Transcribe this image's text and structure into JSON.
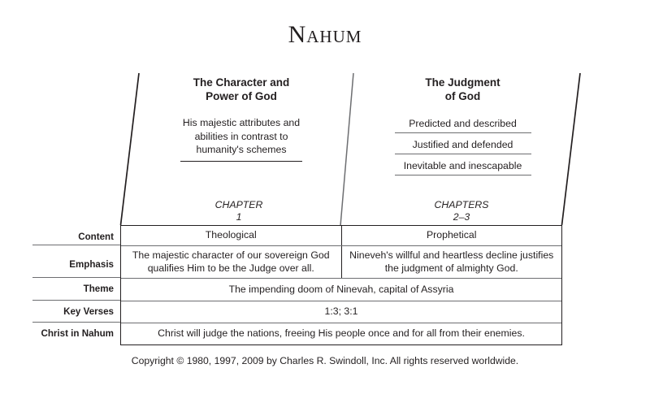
{
  "title": "Nahum",
  "columns": [
    {
      "heading": "The Character and\nPower of God",
      "heading_line1": "The Character and",
      "heading_line2": "Power of God",
      "body": "His majestic attributes and abilities in contrast to humanity's schemes",
      "body_line1": "His majestic attributes and",
      "body_line2": "abilities in contrast to",
      "body_line3": "humanity's schemes",
      "chapter_label": "CHAPTER",
      "chapter_value": "1"
    },
    {
      "heading": "The Judgment\nof God",
      "heading_line1": "The Judgment",
      "heading_line2": "of God",
      "listing": [
        "Predicted and described",
        "Justified and defended",
        "Inevitable and inescapable"
      ],
      "chapter_label": "CHAPTERS",
      "chapter_value": "2–3"
    }
  ],
  "rows": [
    {
      "label": "Content",
      "split": true,
      "cells": [
        "Theological",
        "Prophetical"
      ]
    },
    {
      "label": "Emphasis",
      "split": true,
      "cells": [
        "The majestic character of our sovereign God qualifies Him to be the Judge over all.",
        "Nineveh's willful and heartless decline justifies the judgment of almighty God."
      ]
    },
    {
      "label": "Theme",
      "split": false,
      "cells": [
        "The impending doom of Ninevah, capital of Assyria"
      ]
    },
    {
      "label": "Key Verses",
      "split": false,
      "cells": [
        "1:3; 3:1"
      ]
    },
    {
      "label": "Christ in Nahum",
      "split": false,
      "cells": [
        "Christ will judge the nations, freeing His people once and for all from their enemies."
      ]
    }
  ],
  "copyright": "Copyright © 1980, 1997, 2009 by Charles R. Swindoll, Inc. All rights reserved worldwide.",
  "colors": {
    "ink": "#231f20",
    "rule": "#6d6e71",
    "background": "#ffffff"
  }
}
